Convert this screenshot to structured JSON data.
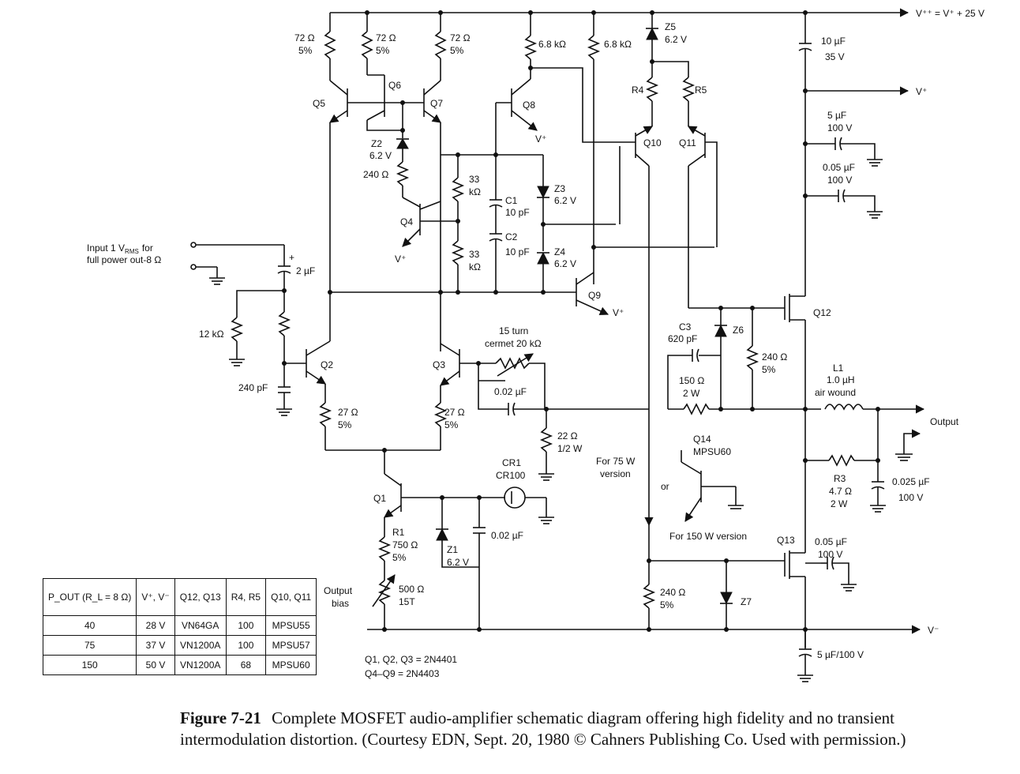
{
  "rails": {
    "vpp": "V⁺⁺ = V⁺ + 25 V",
    "vp": "V⁺",
    "vm": "V⁻"
  },
  "input": {
    "line1": "Input 1 V",
    "rms_sub": "RMS",
    "for": "for",
    "line2": "full power out-8 Ω"
  },
  "components": {
    "q1": "Q1",
    "q2": "Q2",
    "q3": "Q3",
    "q4": "Q4",
    "q5": "Q5",
    "q6": "Q6",
    "q7": "Q7",
    "q8": "Q8",
    "q9": "Q9",
    "q10": "Q10",
    "q11": "Q11",
    "q12": "Q12",
    "q13": "Q13",
    "q14": "Q14",
    "mpsu60": "MPSU60",
    "r72a": "72 Ω",
    "r72a_tol": "5%",
    "r72b": "72 Ω",
    "r72b_tol": "5%",
    "r72c": "72 Ω",
    "r72c_tol": "5%",
    "r68a": "6.8 kΩ",
    "r68b": "6.8 kΩ",
    "z5": "Z5",
    "z5_v": "6.2 V",
    "z2": "Z2",
    "z2_v": "6.2 V",
    "z3": "Z3",
    "z3_v": "6.2 V",
    "z4": "Z4",
    "z4_v": "6.2 V",
    "z1": "Z1",
    "z1_v": "6.2 V",
    "z6": "Z6",
    "z7": "Z7",
    "r240a": "240 Ω",
    "r33a": "33",
    "r33a_u": "kΩ",
    "r33b": "33",
    "r33b_u": "kΩ",
    "c1": "C1",
    "c1_v": "10 pF",
    "c2": "C2",
    "c2_v": "10 pF",
    "r4": "R4",
    "r5": "R5",
    "c10u": "10 µF",
    "c10u_v": "35 V",
    "c5u": "5 µF",
    "c5u_v": "100 V",
    "c005a": "0.05 µF",
    "c005a_v": "100 V",
    "cin": "2 µF",
    "cin_pol": "+",
    "r12k": "12 kΩ",
    "c240p": "240 pF",
    "r27a": "27 Ω",
    "r27a_tol": "5%",
    "r27b": "27 Ω",
    "r27b_tol": "5%",
    "pot_l1": "15 turn",
    "pot_l2": "cermet 20 kΩ",
    "c002a": "0.02 µF",
    "r22": "22 Ω",
    "r22_w": "1/2 W",
    "c3": "C3",
    "c3_v": "620 pF",
    "r150": "150 Ω",
    "r150_w": "2 W",
    "r240b": "240 Ω",
    "r240b_tol": "5%",
    "l1": "L1",
    "l1_v": "1.0 µH",
    "l1_note": "air wound",
    "output": "Output",
    "r3": "R3",
    "r3_v": "4.7 Ω",
    "r3_w": "2 W",
    "c025": "0.025 µF",
    "c025_v": "100 V",
    "cr1": "CR1",
    "cr1_type": "CR100",
    "c002b": "0.02 µF",
    "r1": "R1",
    "r1_v": "750 Ω",
    "r1_tol": "5%",
    "bias_l1": "Output",
    "bias_l2": "bias",
    "r500": "500 Ω",
    "r500_t": "15T",
    "r240c": "240 Ω",
    "r240c_tol": "5%",
    "c005b": "0.05 µF",
    "c005b_v": "100 V",
    "c5ub": "5 µF/100 V",
    "v75_l1": "For 75 W",
    "v75_l2": "version",
    "or": "or",
    "v150": "For 150 W version"
  },
  "table": {
    "headers": [
      "P_OUT (R_L = 8 Ω)",
      "V⁺, V⁻",
      "Q12, Q13",
      "R4, R5",
      "Q10, Q11"
    ],
    "rows": [
      [
        "40",
        "28 V",
        "VN64GA",
        "100",
        "MPSU55"
      ],
      [
        "75",
        "37 V",
        "VN1200A",
        "100",
        "MPSU57"
      ],
      [
        "150",
        "50 V",
        "VN1200A",
        "68",
        "MPSU60"
      ]
    ]
  },
  "notes": {
    "line1": "Q1, Q2, Q3 = 2N4401",
    "line2": "Q4–Q9 = 2N4403"
  },
  "caption": {
    "figure": "Figure 7-21",
    "text": "Complete MOSFET audio-amplifier schematic diagram offering high fidelity and no transient intermodulation distortion. (Courtesy EDN, Sept. 20, 1980 © Cahners Publishing Co. Used with permission.)"
  }
}
